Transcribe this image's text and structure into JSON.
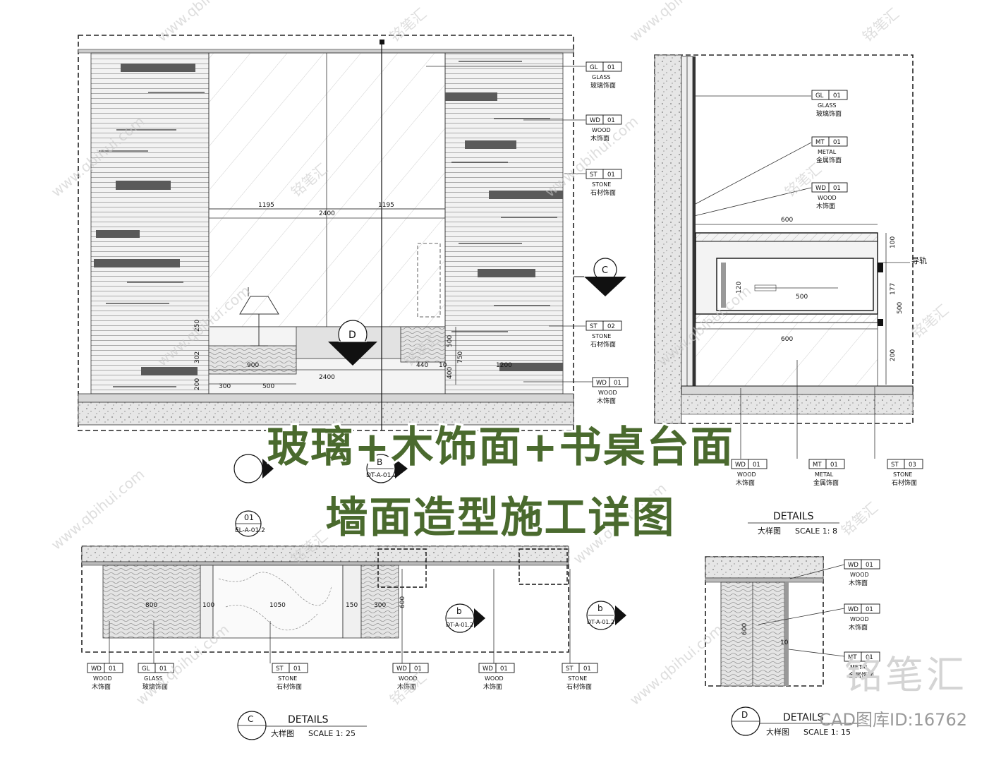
{
  "banner": {
    "line1": "玻璃+木饰面+书桌台面",
    "line2": "墙面造型施工详图"
  },
  "watermark": {
    "logo": "铭笔汇",
    "id_text": "CAD图库ID:16762",
    "url": "www.qbihui.com",
    "brand": "铭笔汇"
  },
  "tags": {
    "gl01": {
      "code": "GL",
      "num": "01",
      "en": "GLASS",
      "cn": "玻璃饰面"
    },
    "wd01": {
      "code": "WD",
      "num": "01",
      "en": "WOOD",
      "cn": "木饰面"
    },
    "st01": {
      "code": "ST",
      "num": "01",
      "en": "STONE",
      "cn": "石材饰面"
    },
    "st02": {
      "code": "ST",
      "num": "02",
      "en": "STONE",
      "cn": "石材饰面"
    },
    "st03": {
      "code": "ST",
      "num": "03",
      "en": "STONE",
      "cn": "石材饰面"
    },
    "mt01": {
      "code": "MT",
      "num": "01",
      "en": "METAL",
      "cn": "金属饰面"
    }
  },
  "dims": {
    "d1195a": "1195",
    "d2400": "2400",
    "d1195b": "1195",
    "d900": "900",
    "d2400b": "2400",
    "d440": "440",
    "d10": "10",
    "d1200": "1200",
    "d300": "300",
    "d500": "500",
    "d250": "250",
    "d302": "302",
    "d200": "200",
    "d500v": "500",
    "d750": "750",
    "d400": "400",
    "s600a": "600",
    "s600b": "600",
    "s500": "500",
    "s120": "120",
    "s100": "100",
    "s177": "177",
    "s500v": "500",
    "s200": "200",
    "rail": "导轨",
    "p800": "800",
    "p100": "100",
    "p1050": "1050",
    "p150": "150",
    "p300": "300",
    "p600": "600",
    "e600": "600",
    "e10": "10"
  },
  "markers": {
    "sectionC": "C",
    "sectionD": "D",
    "sectionB": "B",
    "ref": "DT-A-01.2",
    "refElev": "EL-A-01.2",
    "num01": "01",
    "bsmall": "b"
  },
  "titles": {
    "details": "DETAILS",
    "cn": "大样图",
    "scale8": "SCALE  1: 8",
    "scale25": "SCALE  1: 25",
    "scale15": "SCALE  1: 15"
  }
}
